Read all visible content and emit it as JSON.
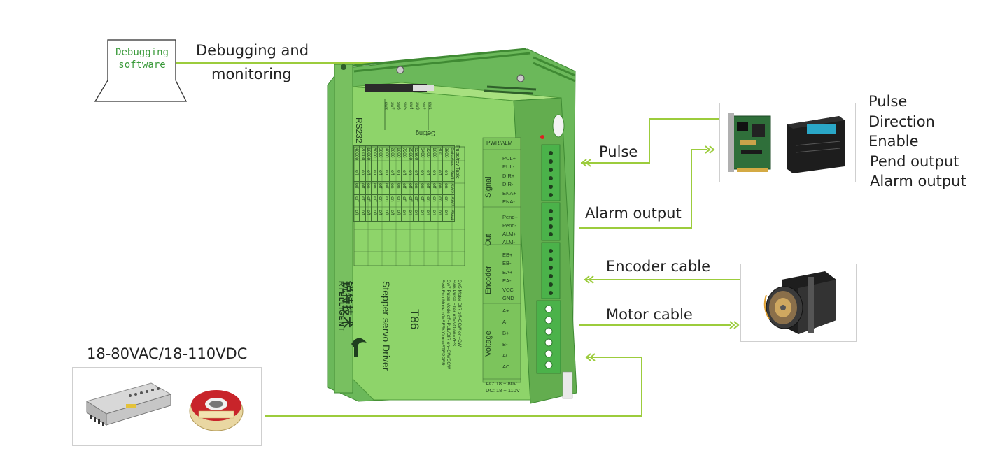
{
  "colors": {
    "connector_line": "#9ccc3c",
    "driver_green": "#7fc65a",
    "driver_dark": "#4f9a3a",
    "terminal": "#49b24a",
    "laptop_text": "#3a9a3a"
  },
  "laptop": {
    "line1": "Debugging",
    "line2": "software"
  },
  "labels": {
    "debug_line1": "Debugging and",
    "debug_line2": "monitoring",
    "pulse": "Pulse",
    "alarm_output": "Alarm output",
    "encoder_cable": "Encoder cable",
    "motor_cable": "Motor cable",
    "power": "18-80VAC/18-110VDC"
  },
  "signal_list": [
    "Pulse",
    "Direction",
    "Enable",
    "Pend output",
    "Alarm output"
  ],
  "driver": {
    "brand_cn": "锐特技术",
    "brand_en": "RTELLIGENT",
    "product": "Stepper servo Driver",
    "model": "T86",
    "rs232": "RS232",
    "setting": "Setting",
    "switch_labels": [
      "sw8",
      "sw7",
      "sw6",
      "sw5",
      "sw4",
      "sw3",
      "sw2",
      "sw1"
    ],
    "pwr_alm": "PWR/ALM",
    "groups": [
      {
        "name": "Signal",
        "pins": [
          "PUL+",
          "PUL-",
          "DIR+",
          "DIR-",
          "ENA+",
          "ENA-"
        ]
      },
      {
        "name": "Out",
        "pins": [
          "Pend+",
          "Pend-",
          "ALM+",
          "ALM-"
        ]
      },
      {
        "name": "Encoder",
        "pins": [
          "EB+",
          "EB-",
          "EA+",
          "EA-",
          "VCC",
          "GND"
        ]
      },
      {
        "name": "Voltage",
        "pins": [
          "A+",
          "A-",
          "B+",
          "B-",
          "AC",
          "AC"
        ]
      }
    ],
    "voltage_note": [
      "AC: 18 ~ 80V",
      "DC: 18 ~ 110V"
    ],
    "sw_notes": [
      "Sw5 Motor DIR off=CCW on=CW",
      "Sw6 Pulse Filter off=NO on=YES",
      "Sw7 Pulse Mode off=PUL/DIR on=CW/CCW",
      "Sw8 Run Mode off=SERVO on=STEPPER"
    ],
    "pulse_table": {
      "title": "Pulse/rev Table",
      "headers": [
        "Pulse/rev",
        "SW1",
        "SW2",
        "SW3",
        "SW4"
      ],
      "rows": [
        [
          "3600",
          "on",
          "on",
          "on",
          "on"
        ],
        [
          "800",
          "off",
          "on",
          "on",
          "on"
        ],
        [
          "1600",
          "on",
          "off",
          "on",
          "on"
        ],
        [
          "3200",
          "off",
          "off",
          "on",
          "on"
        ],
        [
          "6400",
          "on",
          "on",
          "off",
          "on"
        ],
        [
          "12800",
          "off",
          "on",
          "off",
          "on"
        ],
        [
          "25600",
          "on",
          "off",
          "off",
          "on"
        ],
        [
          "7200",
          "off",
          "off",
          "off",
          "on"
        ],
        [
          "1000",
          "on",
          "on",
          "on",
          "off"
        ],
        [
          "2000",
          "off",
          "on",
          "on",
          "off"
        ],
        [
          "4000",
          "on",
          "off",
          "on",
          "off"
        ],
        [
          "5000",
          "off",
          "off",
          "on",
          "off"
        ],
        [
          "8000",
          "on",
          "on",
          "off",
          "off"
        ],
        [
          "10000",
          "off",
          "on",
          "off",
          "off"
        ],
        [
          "20000",
          "on",
          "off",
          "off",
          "off"
        ],
        [
          "40000",
          "off",
          "off",
          "off",
          "off"
        ]
      ]
    }
  }
}
